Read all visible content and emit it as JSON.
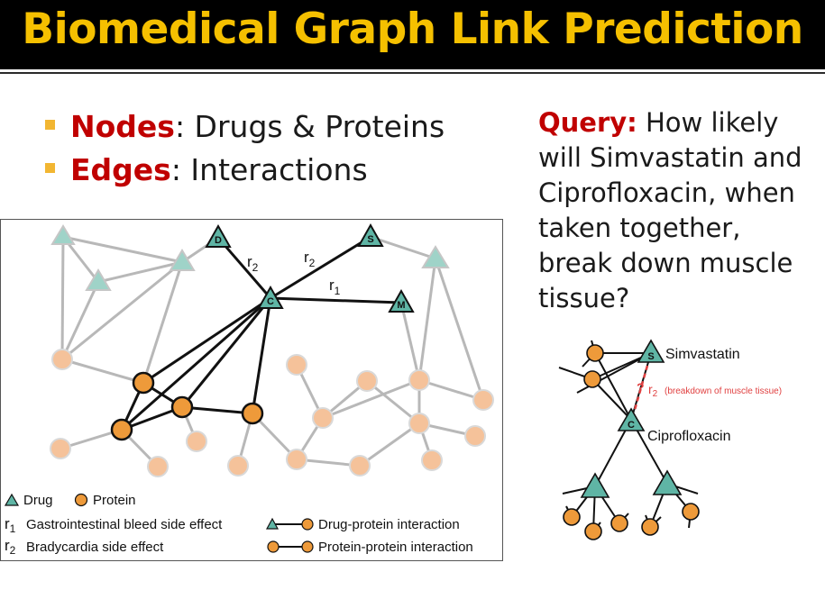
{
  "title": "Biomedical Graph Link Prediction",
  "bullets": [
    {
      "keyword": "Nodes",
      "rest": ": Drugs & Proteins"
    },
    {
      "keyword": "Edges",
      "rest": ": Interactions"
    }
  ],
  "query": {
    "label": "Query:",
    "text": " How likely will Simvastatin and Ciprofloxacin, when taken together, break down muscle tissue?"
  },
  "graph": {
    "drug_labels": {
      "D": "D",
      "S": "S",
      "C": "C",
      "M": "M"
    },
    "edge_labels": {
      "r2a": "r",
      "r2b": "r",
      "r1": "r",
      "sub2": "2",
      "sub1": "1"
    }
  },
  "legend": {
    "drug": "Drug",
    "protein": "Protein",
    "r1_symbol": "r",
    "r1_sub": "1",
    "r1_text": "Gastrointestinal bleed side effect",
    "r2_symbol": "r",
    "r2_sub": "2",
    "r2_text": "Bradycardia side effect",
    "drug_protein": "Drug-protein interaction",
    "protein_protein": "Protein-protein interaction"
  },
  "query_figure": {
    "drug1_name": "Simvastatin",
    "drug1_letter": "S",
    "drug2_name": "Ciprofloxacin",
    "drug2_letter": "C",
    "question_mark": "?",
    "relation_symbol": "r",
    "relation_sub": "2",
    "relation_text": "(breakdown of muscle tissue)"
  },
  "colors": {
    "title": "#f5c000",
    "keyword": "#c00000",
    "bullet": "#f2b632",
    "drug_fill": "#5fb5a5",
    "protein_fill": "#ee9a3a",
    "protein_faded": "#f5c9a0",
    "query_edge": "#e04040"
  }
}
